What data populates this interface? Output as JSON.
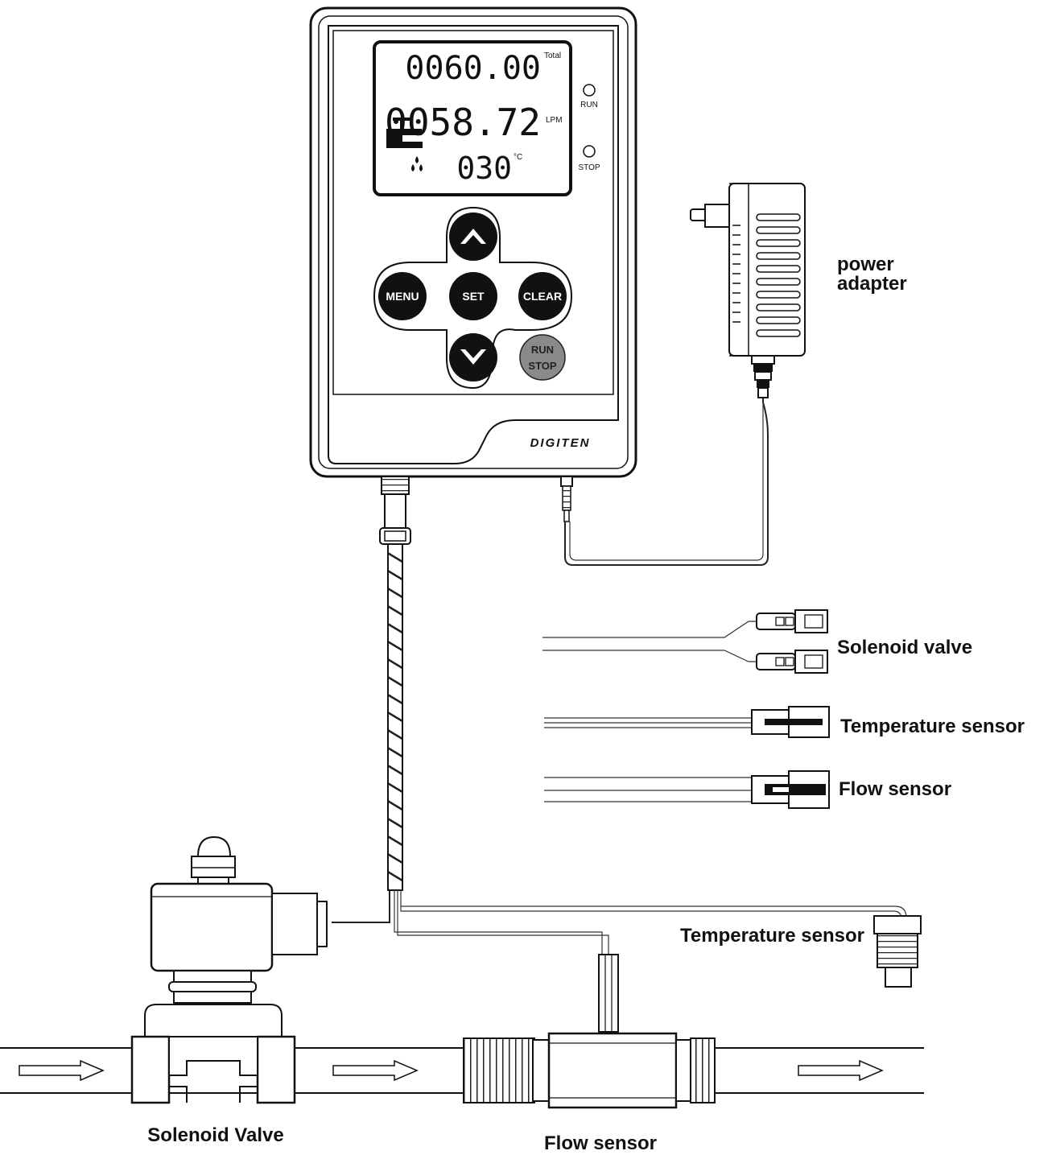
{
  "display": {
    "total_value": "0060.00",
    "total_unit": "Total",
    "flow_value": "0058.72",
    "flow_unit": "LPM",
    "temp_value": "030",
    "temp_unit": "°C"
  },
  "indicators": {
    "run_label": "RUN",
    "stop_label": "STOP"
  },
  "buttons": {
    "menu": "MENU",
    "set": "SET",
    "clear": "CLEAR",
    "run_stop_line1": "RUN",
    "run_stop_line2": "STOP"
  },
  "brand": "DIGITEN",
  "labels": {
    "power_line1": "power",
    "power_line2": "adapter",
    "conn_solenoid": "Solenoid valve",
    "conn_temp": "Temperature sensor",
    "conn_flow": "Flow sensor",
    "temp_sensor": "Temperature  sensor",
    "solenoid_valve": "Solenoid Valve",
    "flow_sensor": "Flow  sensor"
  },
  "icons": [
    "faucet-icon",
    "up-arrow-icon",
    "down-arrow-icon",
    "flow-arrow-icon"
  ]
}
